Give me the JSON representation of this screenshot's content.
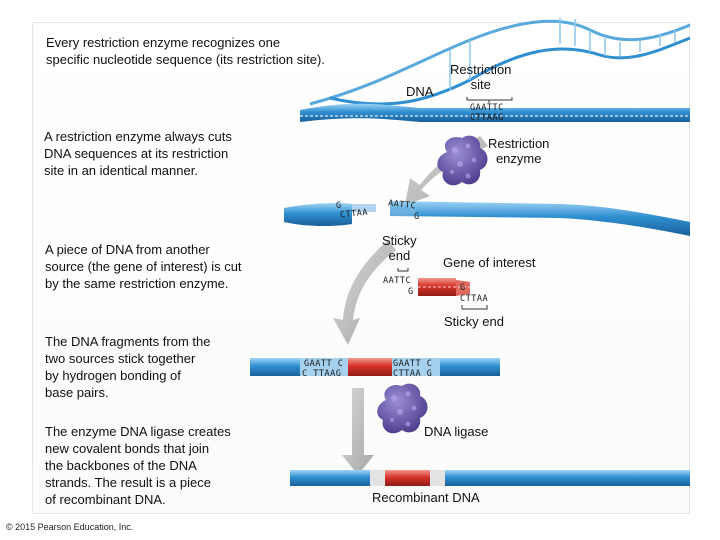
{
  "steps": [
    "Every restriction enzyme recognizes one\nspecific nucleotide sequence (its restriction site).",
    "A restriction enzyme always cuts\nDNA sequences at its restriction\nsite in an identical manner.",
    "A piece of DNA from another\nsource (the gene of interest) is cut\nby the same restriction enzyme.",
    "The DNA fragments from the\ntwo sources stick together\nby hydrogen bonding of\nbase pairs.",
    "The enzyme DNA ligase creates\nnew covalent bonds that join\nthe backbones of the DNA\nstrands. The result is a piece\nof recombinant DNA."
  ],
  "labels": {
    "dna": "DNA",
    "restriction_site": "Restriction\nsite",
    "restriction_enzyme": "Restriction\nenzyme",
    "sticky_end_1": "Sticky\nend",
    "gene_of_interest": "Gene of interest",
    "sticky_end_2": "Sticky end",
    "dna_ligase": "DNA ligase",
    "recombinant_dna": "Recombinant DNA"
  },
  "sequences": {
    "site_top": "GAATTC",
    "site_bottom": "CTTAAG",
    "cut_left_top": "G",
    "cut_left_bottom": "CTTAA",
    "cut_right_top": "AATTC",
    "cut_right_bottom": "G",
    "gene_left_top": "AATTC",
    "gene_left_bottom": "G",
    "gene_right_top": "G",
    "gene_right_bottom": "CTTAA",
    "join_left_top": "GAATT C",
    "join_left_bottom": "C TTAAG",
    "join_right_top": "GAATT C",
    "join_right_bottom": "CTTAA G"
  },
  "copyright": "© 2015 Pearson Education, Inc.",
  "colors": {
    "dna_blue": "#2f8fd0",
    "gene_red": "#d6322a",
    "enzyme_purple": "#6a55a8",
    "arrow_gray": "#b9b9b9"
  }
}
